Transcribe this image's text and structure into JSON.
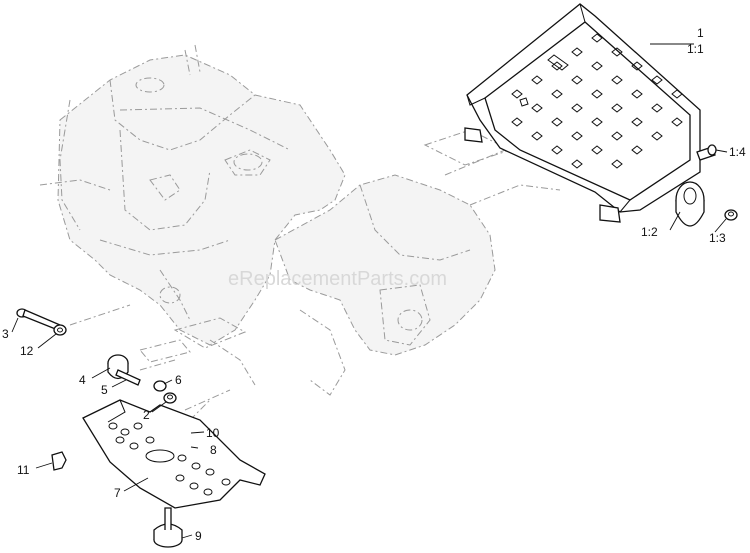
{
  "watermark": "eReplacementParts.com",
  "callouts": {
    "c1": "1",
    "c1_1": "1:1",
    "c1_2": "1:2",
    "c1_3": "1:3",
    "c1_4": "1:4",
    "c2": "2",
    "c3": "3",
    "c4": "4",
    "c5": "5",
    "c6": "6",
    "c7": "7",
    "c8": "8",
    "c9": "9",
    "c10": "10",
    "c11": "11",
    "c12": "12"
  }
}
